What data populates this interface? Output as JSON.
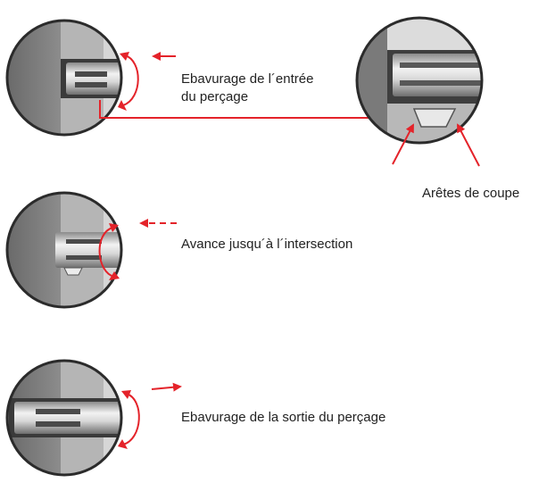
{
  "labels": {
    "step1_line1": "Ebavurage de l´entrée",
    "step1_line2": "du perçage",
    "cutting_edges": "Arêtes de coupe",
    "step2": "Avance jusqu´à l´intersection",
    "step3": "Ebavurage de la sortie du perçage"
  },
  "colors": {
    "arrow": "#e4232a",
    "steel_dark": "#5a5a5a",
    "steel_light": "#cfcfcf",
    "outline": "#2b2b2b"
  },
  "icons": {
    "step1": "deburring-tool-entry-icon",
    "detail": "cutting-edge-detail-icon",
    "step2": "deburring-tool-advance-icon",
    "step3": "deburring-tool-exit-icon"
  }
}
